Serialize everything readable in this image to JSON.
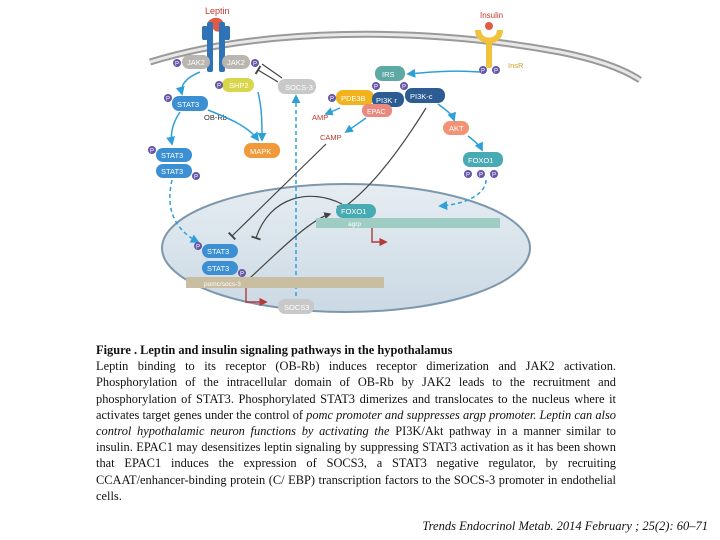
{
  "diagram": {
    "labels": {
      "leptin": "Leptin",
      "insulin": "Insulin",
      "insr": "InsR",
      "jak2_left": "JAK2",
      "jak2_right": "JAK2",
      "shp2": "SHP2",
      "socs3_cyto": "SOCS-3",
      "irs": "IRS",
      "pde3b": "PDE3B",
      "pi3k_r": "PI3K r",
      "pi3k_c": "PI3K-c",
      "epac": "EPAC",
      "amp": "AMP",
      "camp": "CAMP",
      "stat3_receptor": "STAT3",
      "obrb": "OB-Rb",
      "stat3_a": "STAT3",
      "stat3_b": "STAT3",
      "mapk": "MAPK",
      "akt": "AKT",
      "foxo1_cyto": "FOXO1",
      "foxo1_nuc": "FOXO1",
      "agrp": "agrp",
      "stat3_nuc_a": "STAT3",
      "stat3_nuc_b": "STAT3",
      "pomc_socs3": "pomc/socs-3",
      "socs3_nuc": "SOCS3",
      "p": "P"
    },
    "colors": {
      "receptor": "#2f72b7",
      "jak2": "#b9b6b0",
      "shp2": "#d8d64a",
      "socs3": "#c8c8c8",
      "irs": "#5fa9a4",
      "pde3b": "#f1b21e",
      "pi3k": "#2d5c93",
      "epac": "#e9897f",
      "stat3": "#3b8fd2",
      "mapk": "#f19a3a",
      "akt": "#f29473",
      "foxo1": "#48aab2",
      "insulin_receptor": "#f2c23c",
      "phospho": "#6656a7",
      "arrow": "#2e9fd9",
      "nucleus_fill": "#d9e4ec",
      "dna_pomc": "#c9bda2",
      "dna_agrp": "#9fcdc4",
      "promoter_arrow": "#b53a3a"
    }
  },
  "caption": {
    "title": "Figure . Leptin and insulin signaling pathways in the hypothalamus",
    "body_plain": "Leptin binding to its receptor (OB-Rb) induces receptor dimerization and JAK2 activation. Phosphorylation of the intracellular domain of OB-Rb by JAK2 leads to the recruitment and phosphorylation of STAT3. Phosphorylated STAT3 dimerizes and translocates to the nucleus where it activates target genes under the control of ",
    "body_italic": "pomc promoter and suppresses argp promoter. Leptin can also control hypothalamic neuron functions by activating the",
    "body_rest": " PI3K/Akt pathway in a manner similar to insulin. EPAC1 may desensitizes leptin signaling by suppressing STAT3 activation as it has been shown that EPAC1 induces the expression of SOCS3, a STAT3 negative regulator, by recruiting CCAAT/enhancer-binding protein (C/ EBP) transcription factors to the SOCS-3 promoter in endothelial cells.",
    "citation": "Trends Endocrinol Metab. 2014 February ; 25(2): 60–71"
  }
}
